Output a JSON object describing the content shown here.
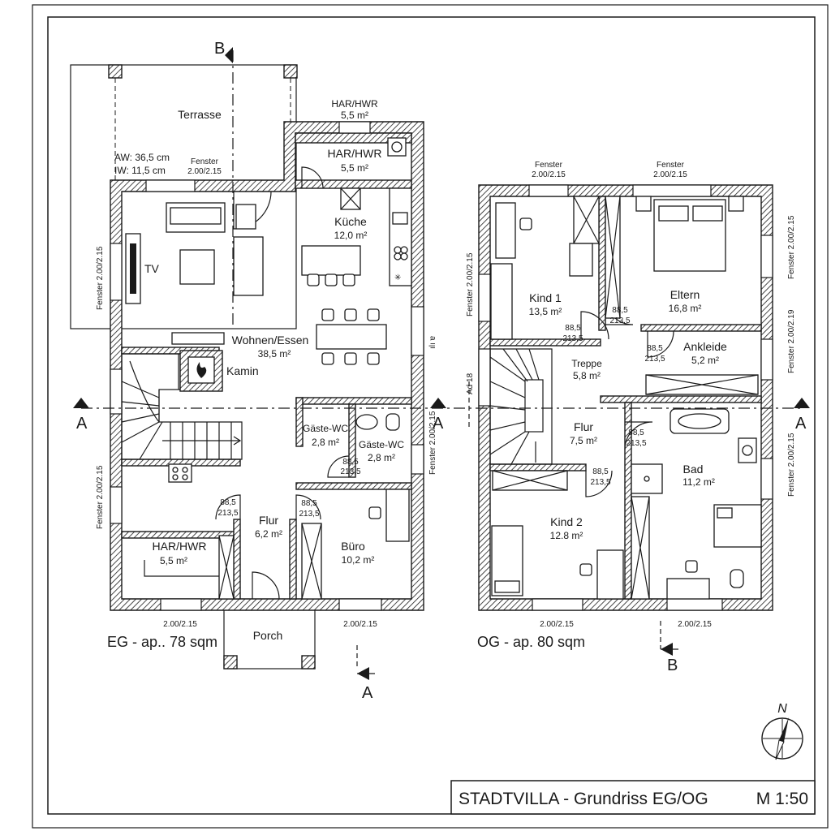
{
  "title_block": {
    "title": "STADTVILLA - Grundriss EG/OG",
    "scale": "M 1:50"
  },
  "ground_floor": {
    "summary": "EG - ap.. 78 sqm",
    "wall_note_outer": "AW: 36,5 cm",
    "wall_note_inner": "IW: 11,5 cm",
    "terrace": "Terrasse",
    "window_top": {
      "label": "Fenster",
      "size": "2.00/2.15"
    },
    "window_left_upper": "Fenster 2.00/2.15",
    "window_left_lower": "Fenster 2.00/2.15",
    "window_right": "Fenster 2.00/2.15",
    "window_right_upper_text": "ılı ɐ",
    "bottom_window_left": "2.00/2.15",
    "bottom_window_right": "2.00/2.15",
    "porch": "Porch",
    "tv": "TV",
    "kamin": "Kamin",
    "rooms": {
      "har_outside": {
        "name": "HAR/HWR",
        "area": "5,5 m²"
      },
      "har_inside": {
        "name": "HAR/HWR",
        "area": "5,5 m²"
      },
      "kueche": {
        "name": "Küche",
        "area": "12,0 m²"
      },
      "wohnen": {
        "name": "Wohnen/Essen",
        "area": "38,5 m²"
      },
      "gaeste_wc_1": {
        "name": "Gäste-WC",
        "area": "2,8 m²"
      },
      "gaeste_wc_2": {
        "name": "Gäste-WC",
        "area": "2,8 m²"
      },
      "flur": {
        "name": "Flur",
        "area": "6,2 m²"
      },
      "buero": {
        "name": "Büro",
        "area": "10,2 m²"
      },
      "har_lower": {
        "name": "HAR/HWR",
        "area": "5,5 m²"
      }
    },
    "doors": {
      "wc": {
        "w": "88,5",
        "h": "213,5"
      },
      "flur_left": {
        "w": "88,5",
        "h": "213,5"
      },
      "flur_right": {
        "w": "88,5",
        "h": "213,5"
      }
    }
  },
  "upper_floor": {
    "summary": "OG - ap. 80 sqm",
    "window_top_left": {
      "label": "Fenster",
      "size": "2.00/2.15"
    },
    "window_top_right": {
      "label": "Fenster",
      "size": "2.00/2.15"
    },
    "window_left": "Fenster 2.00/2.15",
    "window_left_lower": "Ad 18",
    "window_right_1": "Fenster 2.00/2.15",
    "window_right_2": "Fenster 2.00/2.19",
    "window_right_3": "Fenster 2.00/2.15",
    "bottom_window_left": "2.00/2.15",
    "bottom_window_right": "2.00/2.15",
    "rooms": {
      "kind1": {
        "name": "Kind 1",
        "area": "13,5 m²"
      },
      "eltern": {
        "name": "Eltern",
        "area": "16,8 m²"
      },
      "ankleide": {
        "name": "Ankleide",
        "area": "5,2 m²"
      },
      "treppe": {
        "name": "Treppe",
        "area": "5,8 m²"
      },
      "flur": {
        "name": "Flur",
        "area": "7,5 m²"
      },
      "bad": {
        "name": "Bad",
        "area": "11,2 m²"
      },
      "kind2": {
        "name": "Kind 2",
        "area": "12.8 m²"
      }
    },
    "doors": {
      "kind1": {
        "w": "88,5",
        "h": "213,5"
      },
      "eltern": {
        "w": "88,5",
        "h": "213,5"
      },
      "ankleide": {
        "w": "88,5",
        "h": "213,5"
      },
      "bad": {
        "w": "88,5",
        "h": "213,5"
      },
      "kind2": {
        "w": "88,5",
        "h": "213,5"
      }
    }
  },
  "section_markers": {
    "a": "A",
    "b": "B"
  },
  "north": "N"
}
